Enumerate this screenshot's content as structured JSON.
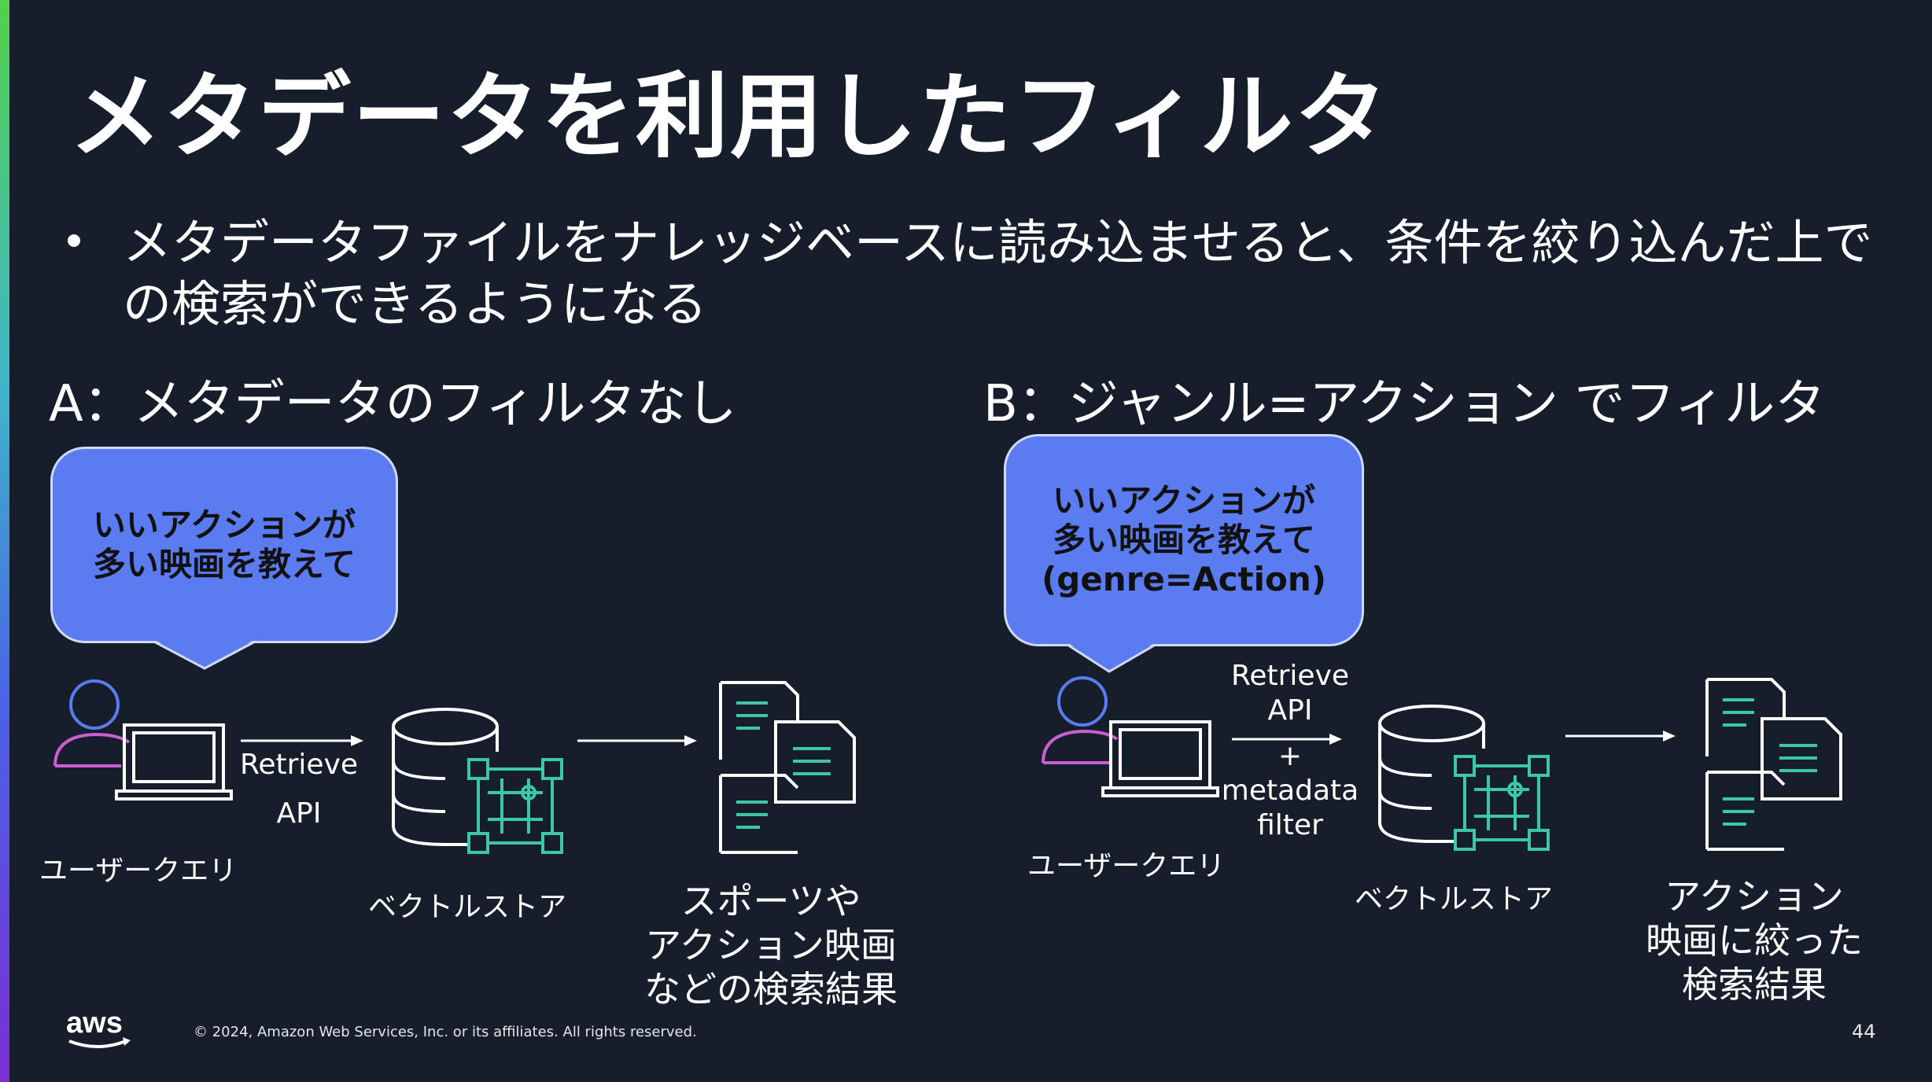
{
  "slide": {
    "title": "メタデータを利用したフィルタ",
    "bullet": "メタデータファイルをナレッジベースに読み込ませると、条件を絞り込んだ上で\nの検索ができるようになる"
  },
  "section_a": {
    "heading": "A：メタデータのフィルタなし",
    "bubble": "いいアクションが\n多い映画を教えて",
    "user_label": "ユーザークエリ",
    "arrow_label": "Retrieve\nAPI",
    "store_label": "ベクトルストア",
    "result_label": "スポーツや\nアクション映画\nなどの検索結果"
  },
  "section_b": {
    "heading": "B：ジャンル=アクション でフィルタ",
    "bubble": "いいアクションが\n多い映画を教えて\n(genre=Action)",
    "user_label": "ユーザークエリ",
    "arrow_label_top": "Retrieve\nAPI",
    "arrow_label_bottom": "+ metadata\nfilter",
    "store_label": "ベクトルストア",
    "result_label": "アクション\n映画に絞った\n検索結果"
  },
  "footer": {
    "logo_text": "aws",
    "copyright": "© 2024, Amazon Web Services, Inc. or its affiliates. All rights reserved.",
    "page_number": "44"
  },
  "colors": {
    "background": "#161d2b",
    "bubble": "#5b7cf1",
    "icon_teal": "#3ec6a8",
    "user_head": "#5b7cf1",
    "user_body": "#c95fd0"
  },
  "icons": [
    "user-icon",
    "laptop-icon",
    "database-icon",
    "vector-grid-icon",
    "documents-icon",
    "arrow-right-icon",
    "aws-logo"
  ]
}
